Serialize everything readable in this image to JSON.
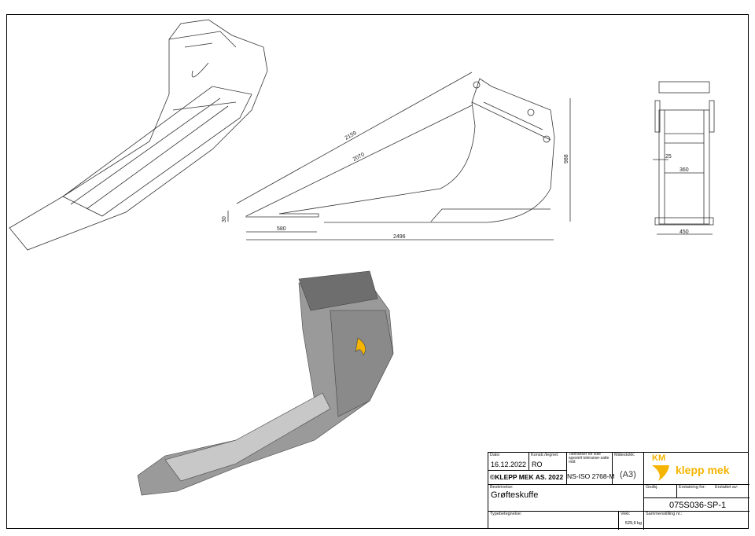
{
  "drawing": {
    "dimensions": {
      "overall_length": "2159",
      "inner_length": "2070",
      "height": "988",
      "lip": "30",
      "heel": "580",
      "base_length": "2496",
      "plate": "25",
      "inner_width": "360",
      "outer_width": "450"
    }
  },
  "title_block": {
    "date_label": "Dato:",
    "date": "16.12.2022",
    "drawn_label": "Konstr./tegnet:",
    "drawn": "RO",
    "tolerance_label": "Toleranser for ikke spesielt toleranse-satte mål:",
    "tolerance": "NS-ISO 2768-M",
    "scale_label": "Målestokk:",
    "scale": "(A3)",
    "copyright": "©KLEPP MEK AS. 2022",
    "logo_text": "klepp mek",
    "logo_mark": "KM",
    "description_label": "Beskrivelse:",
    "description": "Grøfteskuffe",
    "approved_label": "Godkj.",
    "replaces_label": "Erstatning for:",
    "replaced_by_label": "Erstattet av:",
    "drawing_number": "075S036-SP-1",
    "type_label": "Typebetegnelse:",
    "weight_label": "Vekt:",
    "weight": "529,6 kg",
    "assembly_label": "Sammenstilling nr.:"
  },
  "colors": {
    "logo": "#f5b400"
  }
}
